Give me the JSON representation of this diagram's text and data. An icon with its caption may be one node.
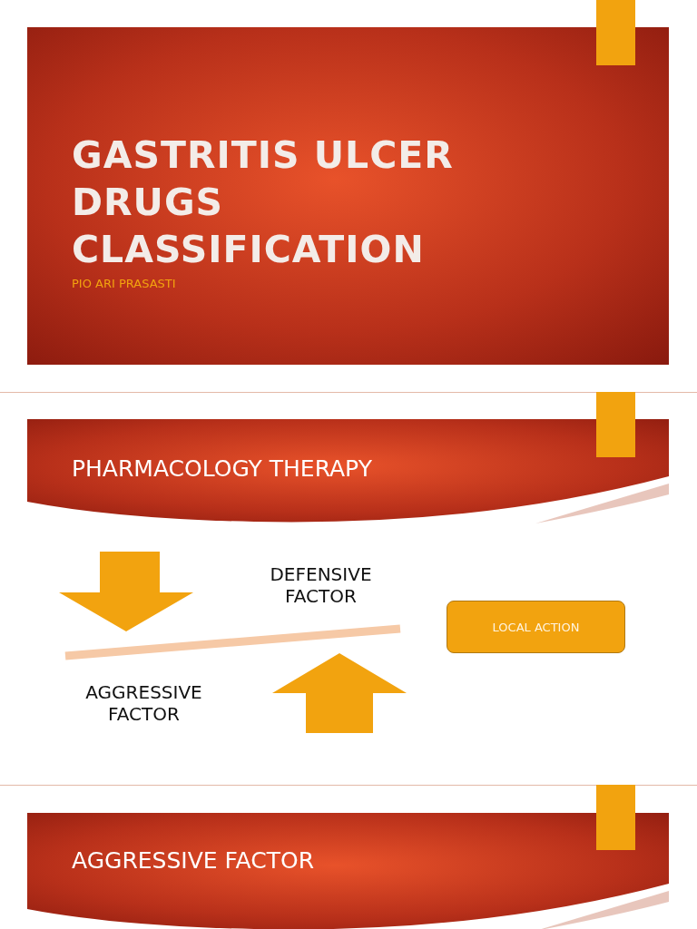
{
  "diagram": {
    "title": "GASTRITIS ULCER DRUGS CLASSIFICATION",
    "nodes": [
      {
        "text": [
          "LOCAL ACTION"
        ]
      }
    ],
    "edges": [],
    "labels": [
      "PIO ARI PRASASTI",
      "PHARMACOLOGY THERAPY",
      "DEFENSIVE FACTOR",
      "AGGRESSIVE FACTOR",
      "AGGRESSIVE FACTOR"
    ]
  }
}
